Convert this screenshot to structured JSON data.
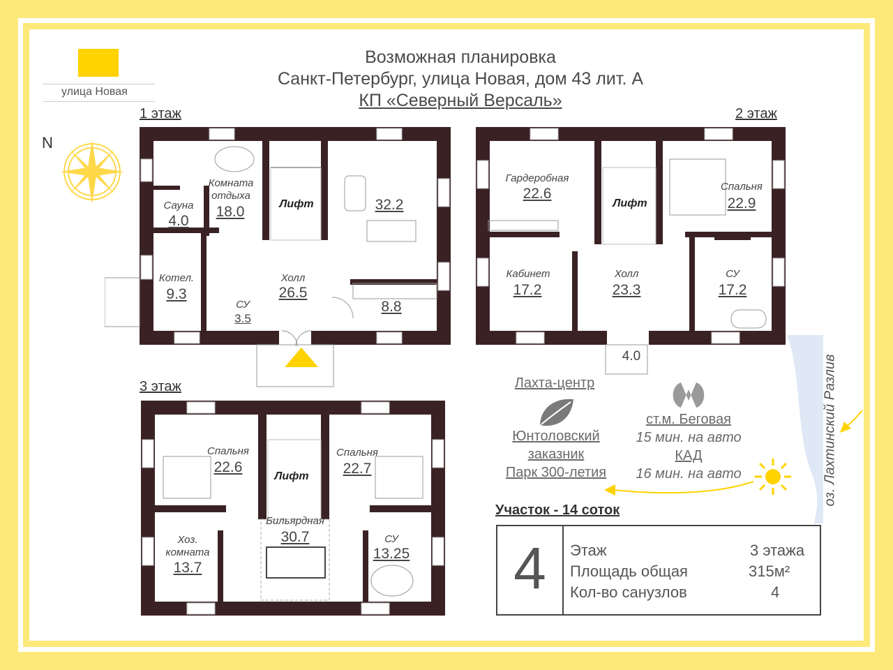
{
  "logo": {
    "street": "улица Новая",
    "color": "#ffd200"
  },
  "header": {
    "line1": "Возможная планировка",
    "line2": "Санкт-Петербург, улица Новая, дом 43 лит. А",
    "line3": "КП «Северный Версаль»"
  },
  "compass": {
    "letter": "N"
  },
  "floors": {
    "f1": {
      "label": "1 этаж",
      "rooms": {
        "rest": {
          "name": "Комната отдыха",
          "area": "18.0"
        },
        "sauna": {
          "name": "Сауна",
          "area": "4.0"
        },
        "lift": {
          "name": "Лифт"
        },
        "living": {
          "area": "32.2"
        },
        "boiler": {
          "name": "Котел.",
          "area": "9.3"
        },
        "hall": {
          "name": "Холл",
          "area": "26.5"
        },
        "bath": {
          "name": "СУ",
          "area": "3.5"
        },
        "kitchen": {
          "area": "8.8"
        }
      }
    },
    "f2": {
      "label": "2 этаж",
      "rooms": {
        "wardrobe": {
          "name": "Гардеробная",
          "area": "22.6"
        },
        "lift": {
          "name": "Лифт"
        },
        "bedroom": {
          "name": "Спальня",
          "area": "22.9"
        },
        "office": {
          "name": "Кабинет",
          "area": "17.2"
        },
        "hall": {
          "name": "Холл",
          "area": "23.3"
        },
        "bath": {
          "name": "СУ",
          "area": "17.2"
        },
        "balcony": {
          "area": "4.0"
        }
      }
    },
    "f3": {
      "label": "3 этаж",
      "rooms": {
        "bedroom1": {
          "name": "Спальня",
          "area": "22.6"
        },
        "lift": {
          "name": "Лифт"
        },
        "bedroom2": {
          "name": "Спальня",
          "area": "22.7"
        },
        "utility": {
          "name": "Хоз. комната",
          "area": "13.7"
        },
        "billiard": {
          "name": "Бильярдная",
          "area": "30.7"
        },
        "bath": {
          "name": "СУ",
          "area": "13.25"
        }
      }
    }
  },
  "location": {
    "lakhta": "Лахта-центр",
    "reserve1": "Юнтоловский",
    "reserve2": "заказник",
    "park": "Парк 300-летия",
    "metro": "ст.м. Беговая",
    "metro_time": "15 мин. на авто",
    "kad": "КАД",
    "kad_time": "16 мин. на авто",
    "lake": "оз. Лахтинский Разлив"
  },
  "plot": "Участок - 14 соток",
  "info": {
    "number": "4",
    "floors_label": "Этаж",
    "floors_value": "3 этажа",
    "area_label": "Площадь общая",
    "area_value": "315м²",
    "bath_label": "Кол-во санузлов",
    "bath_value": "4"
  },
  "colors": {
    "wall": "#3a2224",
    "accent": "#ffd200",
    "frame": "#fde97a"
  }
}
